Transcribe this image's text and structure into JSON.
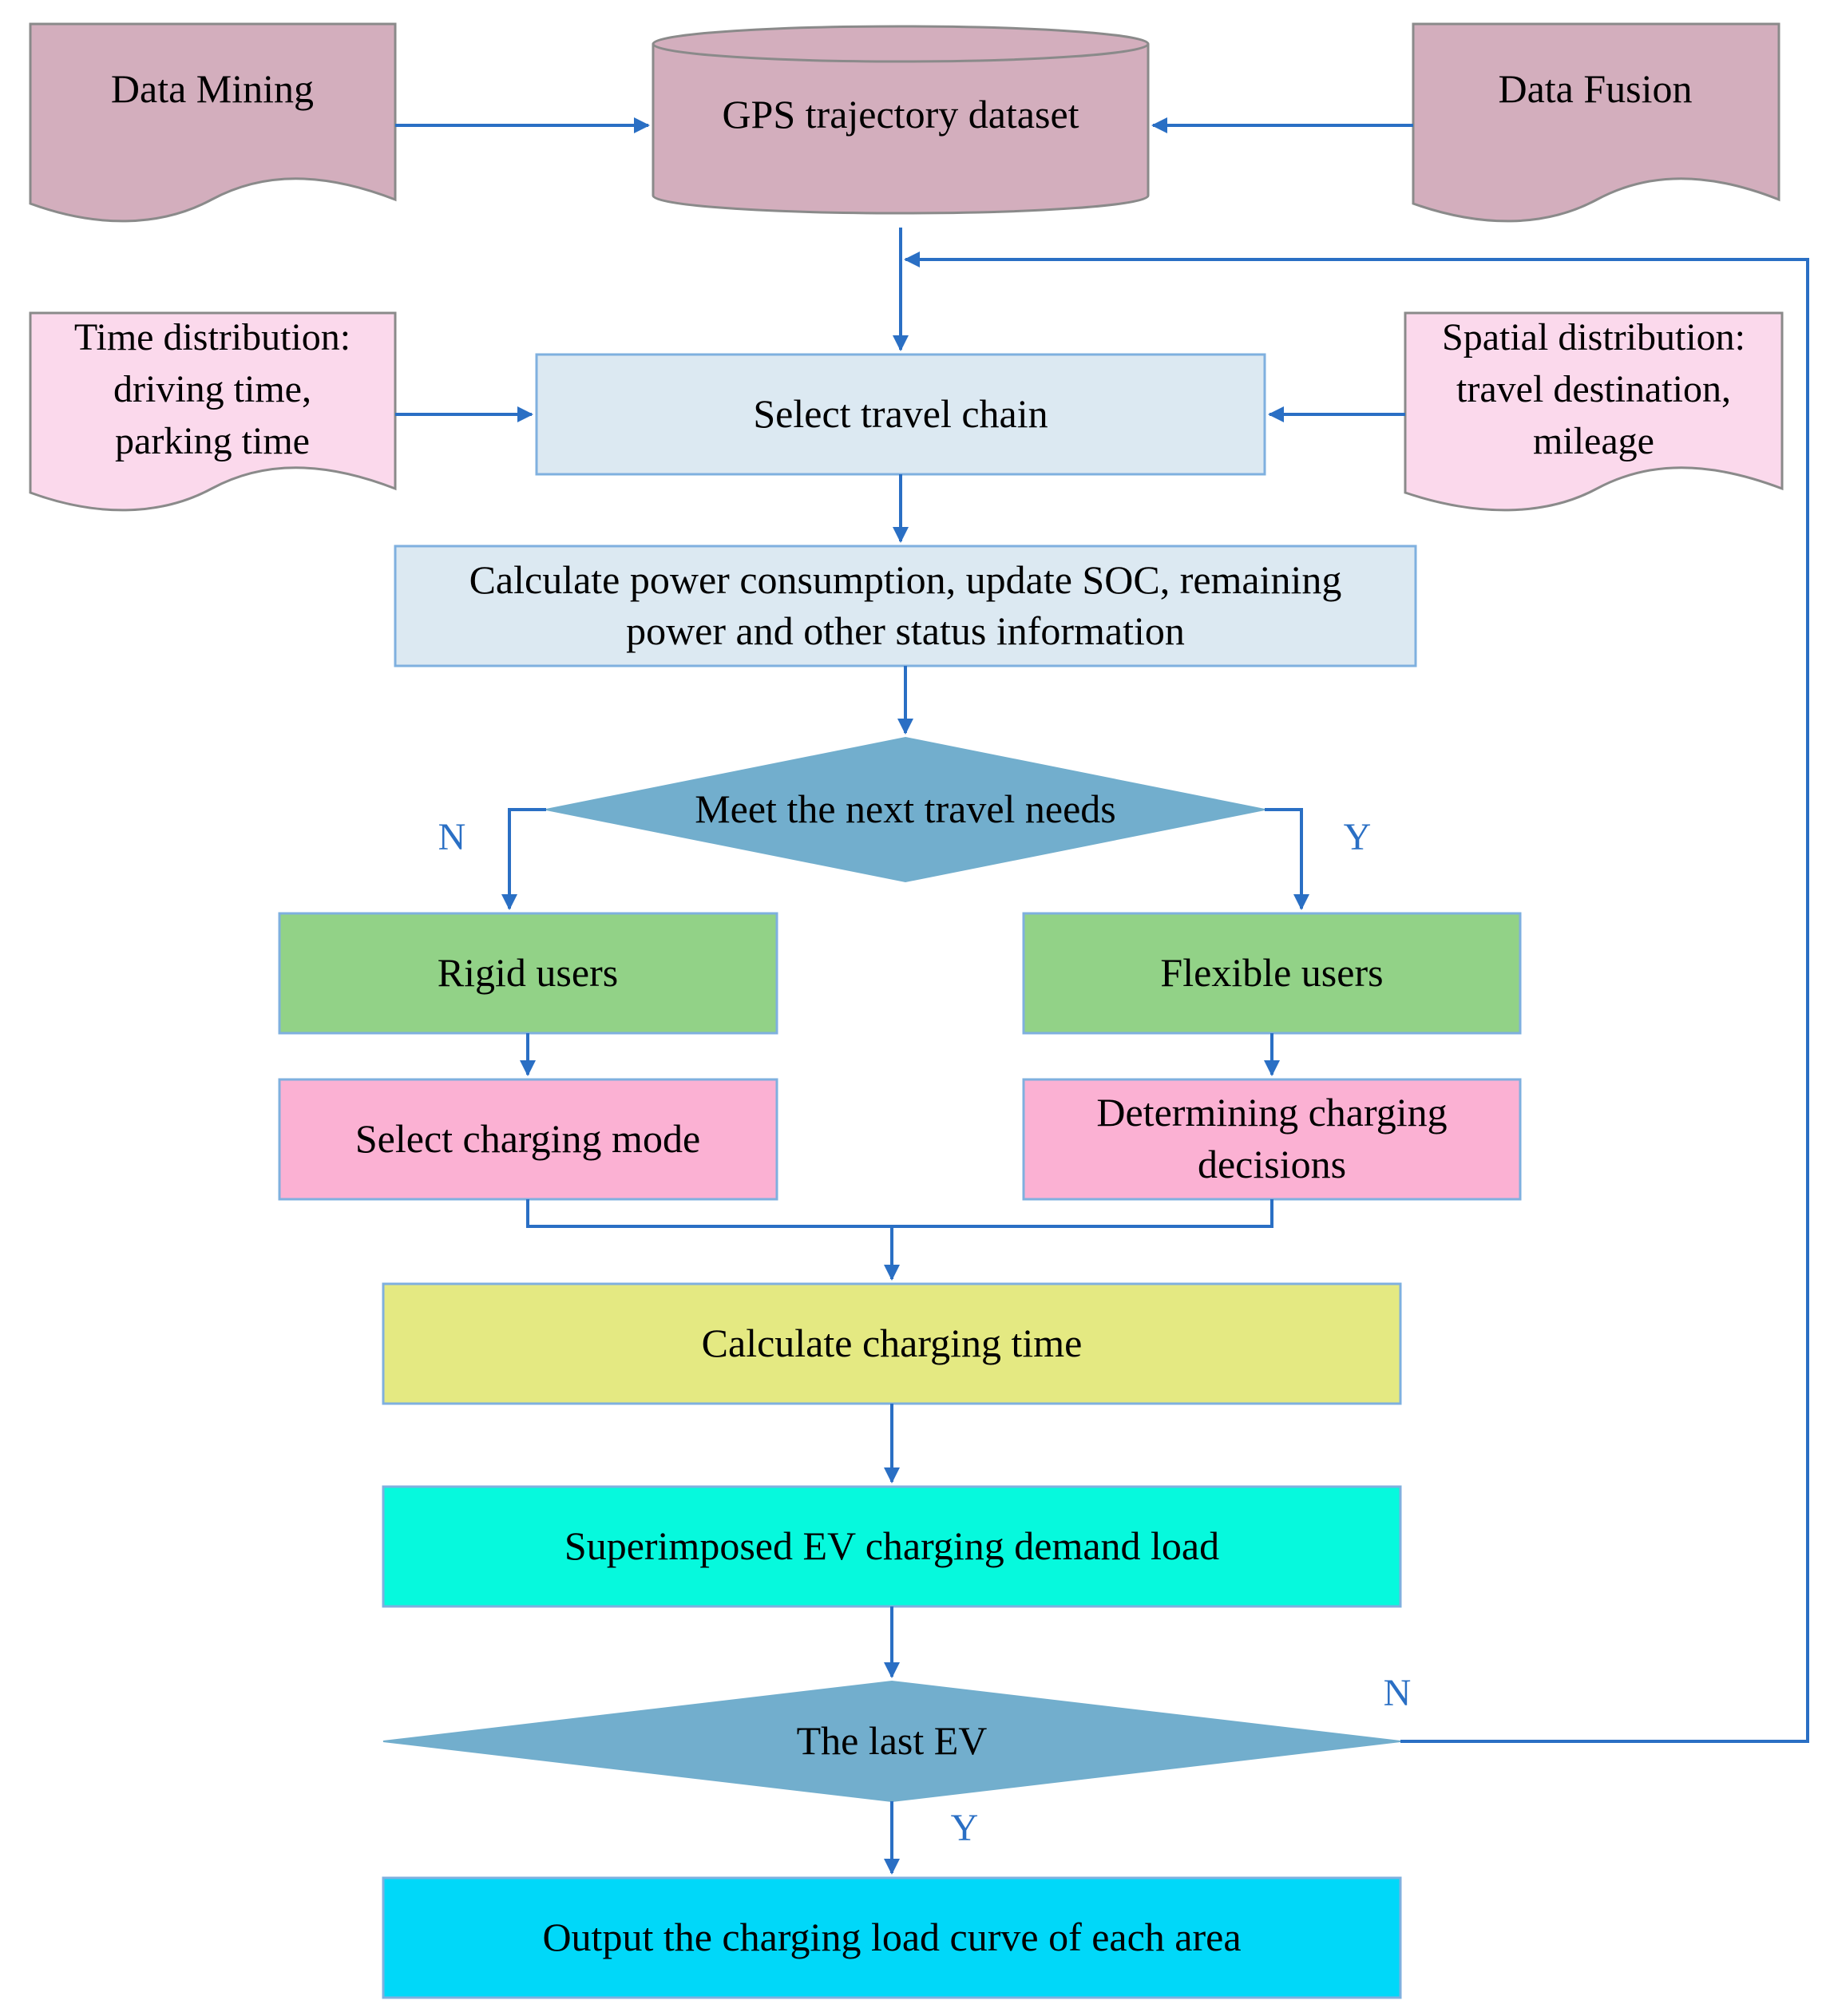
{
  "colors": {
    "arrow": "#2a6fc4",
    "doc_dark_fill": "#d3aebd",
    "doc_light_fill": "#fbd9ec",
    "process_light_fill": "#dce9f2",
    "process_light_stroke": "#7fb0df",
    "decision_fill": "#72aecd",
    "user_box_fill": "#92d287",
    "charging_box_fill": "#fbb1d3",
    "charge_time_fill": "#e4e982",
    "superimposed_fill": "#06f9dd",
    "output_fill": "#00d8f9"
  },
  "sources": {
    "data_mining": "Data Mining",
    "gps_dataset": "GPS trajectory dataset",
    "data_fusion": "Data Fusion"
  },
  "inputs": {
    "time_distribution": [
      "Time distribution:",
      "driving time,",
      "parking time"
    ],
    "spatial_distribution": [
      "Spatial distribution:",
      "travel destination,",
      "mileage"
    ]
  },
  "steps": {
    "select_travel_chain": "Select travel chain",
    "calculate_power": [
      "Calculate power consumption, update SOC, remaining",
      "power and other status information"
    ],
    "meet_needs": "Meet the next travel needs",
    "rigid_users": "Rigid users",
    "flexible_users": "Flexible users",
    "select_charging_mode": "Select charging mode",
    "determining_decisions": [
      "Determining charging",
      "decisions"
    ],
    "calculate_charging_time": "Calculate charging time",
    "superimposed_load": "Superimposed EV charging demand load",
    "last_ev": "The last EV",
    "output_curve": "Output the charging load curve of each area"
  },
  "branch_labels": {
    "meet_no": "N",
    "meet_yes": "Y",
    "last_no": "N",
    "last_yes": "Y"
  }
}
